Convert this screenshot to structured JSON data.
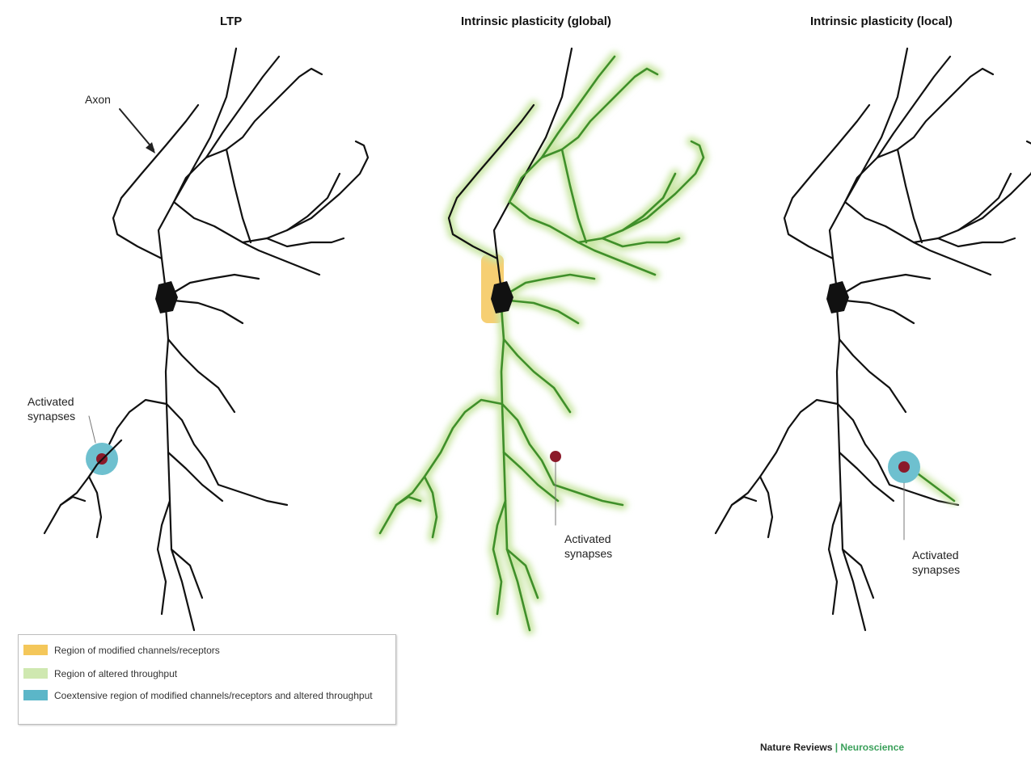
{
  "panels": [
    {
      "title": "LTP",
      "synapse_label_line1": "Activated",
      "synapse_label_line2": "synapses"
    },
    {
      "title": "Intrinsic plasticity (global)",
      "synapse_label_line1": "Activated",
      "synapse_label_line2": "synapses"
    },
    {
      "title": "Intrinsic plasticity (local)",
      "synapse_label_line1": "Activated",
      "synapse_label_line2": "synapses"
    }
  ],
  "axon_label": "Axon",
  "legend": {
    "items": [
      {
        "label": "Region of modified channels/receptors",
        "color": "#f4c75a"
      },
      {
        "label": "Region of altered throughput",
        "color": "#cfe8b0"
      },
      {
        "label": "Coextensive region of modified channels/receptors and altered throughput",
        "color": "#5bb6c8"
      }
    ]
  },
  "credit": {
    "journal": "Nature Reviews",
    "separator": " | ",
    "subject": "Neuroscience"
  },
  "colors": {
    "neuron": "#111111",
    "dendrite_green": "#3f8f2a",
    "glow_green": "#c9e6a4",
    "synapse": "#8b1a2a",
    "ring": "#6ec0cf"
  }
}
